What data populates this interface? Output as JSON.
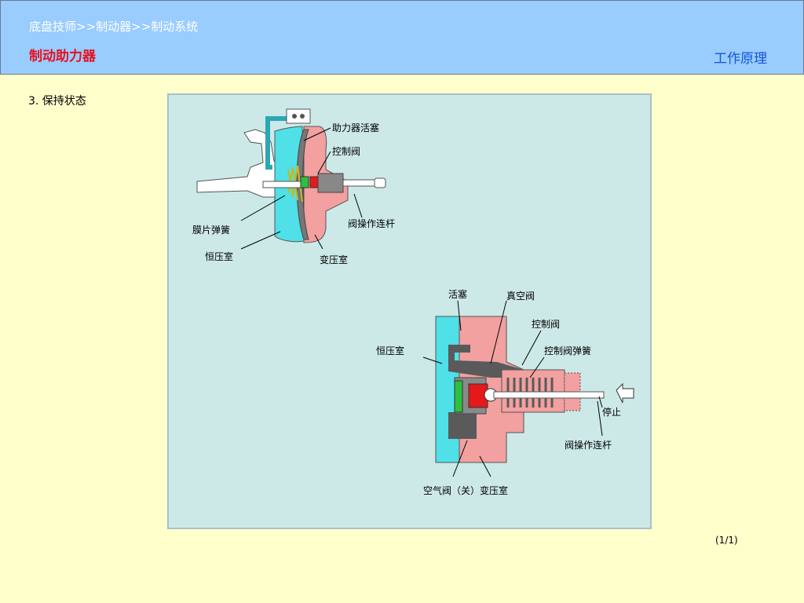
{
  "header": {
    "breadcrumb": "底盘技师>>制动器>>制动系统",
    "section_title": "制动助力器",
    "principle_label": "工作原理"
  },
  "content": {
    "step_title": "3.  保持状态",
    "page_indicator": "(1/1)"
  },
  "diagram_top": {
    "labels": {
      "booster_piston": "助力器活塞",
      "control_valve": "控制阀",
      "diaphragm_spring": "膜片弹簧",
      "valve_operating_rod": "阀操作连杆",
      "constant_pressure_chamber": "恒压室",
      "variable_pressure_chamber": "变压室"
    }
  },
  "diagram_bottom": {
    "labels": {
      "piston": "活塞",
      "vacuum_valve": "真空阀",
      "control_valve": "控制阀",
      "control_valve_spring": "控制阀弹簧",
      "constant_pressure_chamber": "恒压室",
      "stop": "停止",
      "valve_operating_rod": "阀操作连杆",
      "air_valve_closed_variable_chamber": "空气阀（关）变压室"
    }
  },
  "colors": {
    "constant_chamber": "#4fe0e8",
    "variable_chamber": "#f2a0a0",
    "valve_red": "#e41a1a",
    "reaction_green": "#2fbf3f",
    "housing_gray": "#5a5a5a"
  }
}
